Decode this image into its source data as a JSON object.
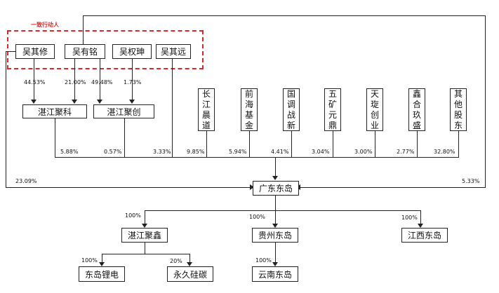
{
  "colors": {
    "line": "#222222",
    "concert_border": "#d62828"
  },
  "concert_label": "一致行动人",
  "persons": {
    "wu_qixiu": "吴其修",
    "wu_youming": "吴有铭",
    "wu_quanshen": "吴权珅",
    "wu_qiyuan": "吴其远"
  },
  "holdcos": {
    "juke": "湛江聚科",
    "juchuang": "湛江聚创"
  },
  "investors": [
    {
      "name_lines": [
        "长",
        "江",
        "晨",
        "道"
      ],
      "pct": "9.85%"
    },
    {
      "name_lines": [
        "前",
        "海",
        "基",
        "金"
      ],
      "pct": "5.94%"
    },
    {
      "name_lines": [
        "国",
        "调",
        "战",
        "新"
      ],
      "pct": "4.41%"
    },
    {
      "name_lines": [
        "五",
        "矿",
        "元",
        "鼎"
      ],
      "pct": "3.04%"
    },
    {
      "name_lines": [
        "天",
        "琁",
        "创",
        "业"
      ],
      "pct": "3.00%"
    },
    {
      "name_lines": [
        "鑫",
        "合",
        "玖",
        "盛"
      ],
      "pct": "2.77%"
    },
    {
      "name_lines": [
        "其",
        "他",
        "股",
        "东"
      ],
      "pct": "32.80%"
    }
  ],
  "pcts": {
    "qixiu_juke": "44.53%",
    "youming_juke": "21.00%",
    "youming_juchuang": "49.48%",
    "quanshen_juchuang": "1.73%",
    "juke_gd": "5.88%",
    "juchuang_gd": "0.57%",
    "qiyuan_gd": "3.33%",
    "qixiu_gd": "23.09%",
    "youming_gd": "5.33%"
  },
  "company": "广东东岛",
  "subsidiaries": {
    "zhanjiang_jx": {
      "name": "湛江聚鑫",
      "pct": "100%"
    },
    "guizhou": {
      "name": "贵州东岛",
      "pct": "100%"
    },
    "jiangxi": {
      "name": "江西东岛",
      "pct": "100%"
    },
    "lidian": {
      "name": "东岛锂电",
      "pct": "100%"
    },
    "yongjiu": {
      "name": "永久硅碳",
      "pct": "20%"
    },
    "yunnan": {
      "name": "云南东岛",
      "pct": "100%"
    }
  }
}
